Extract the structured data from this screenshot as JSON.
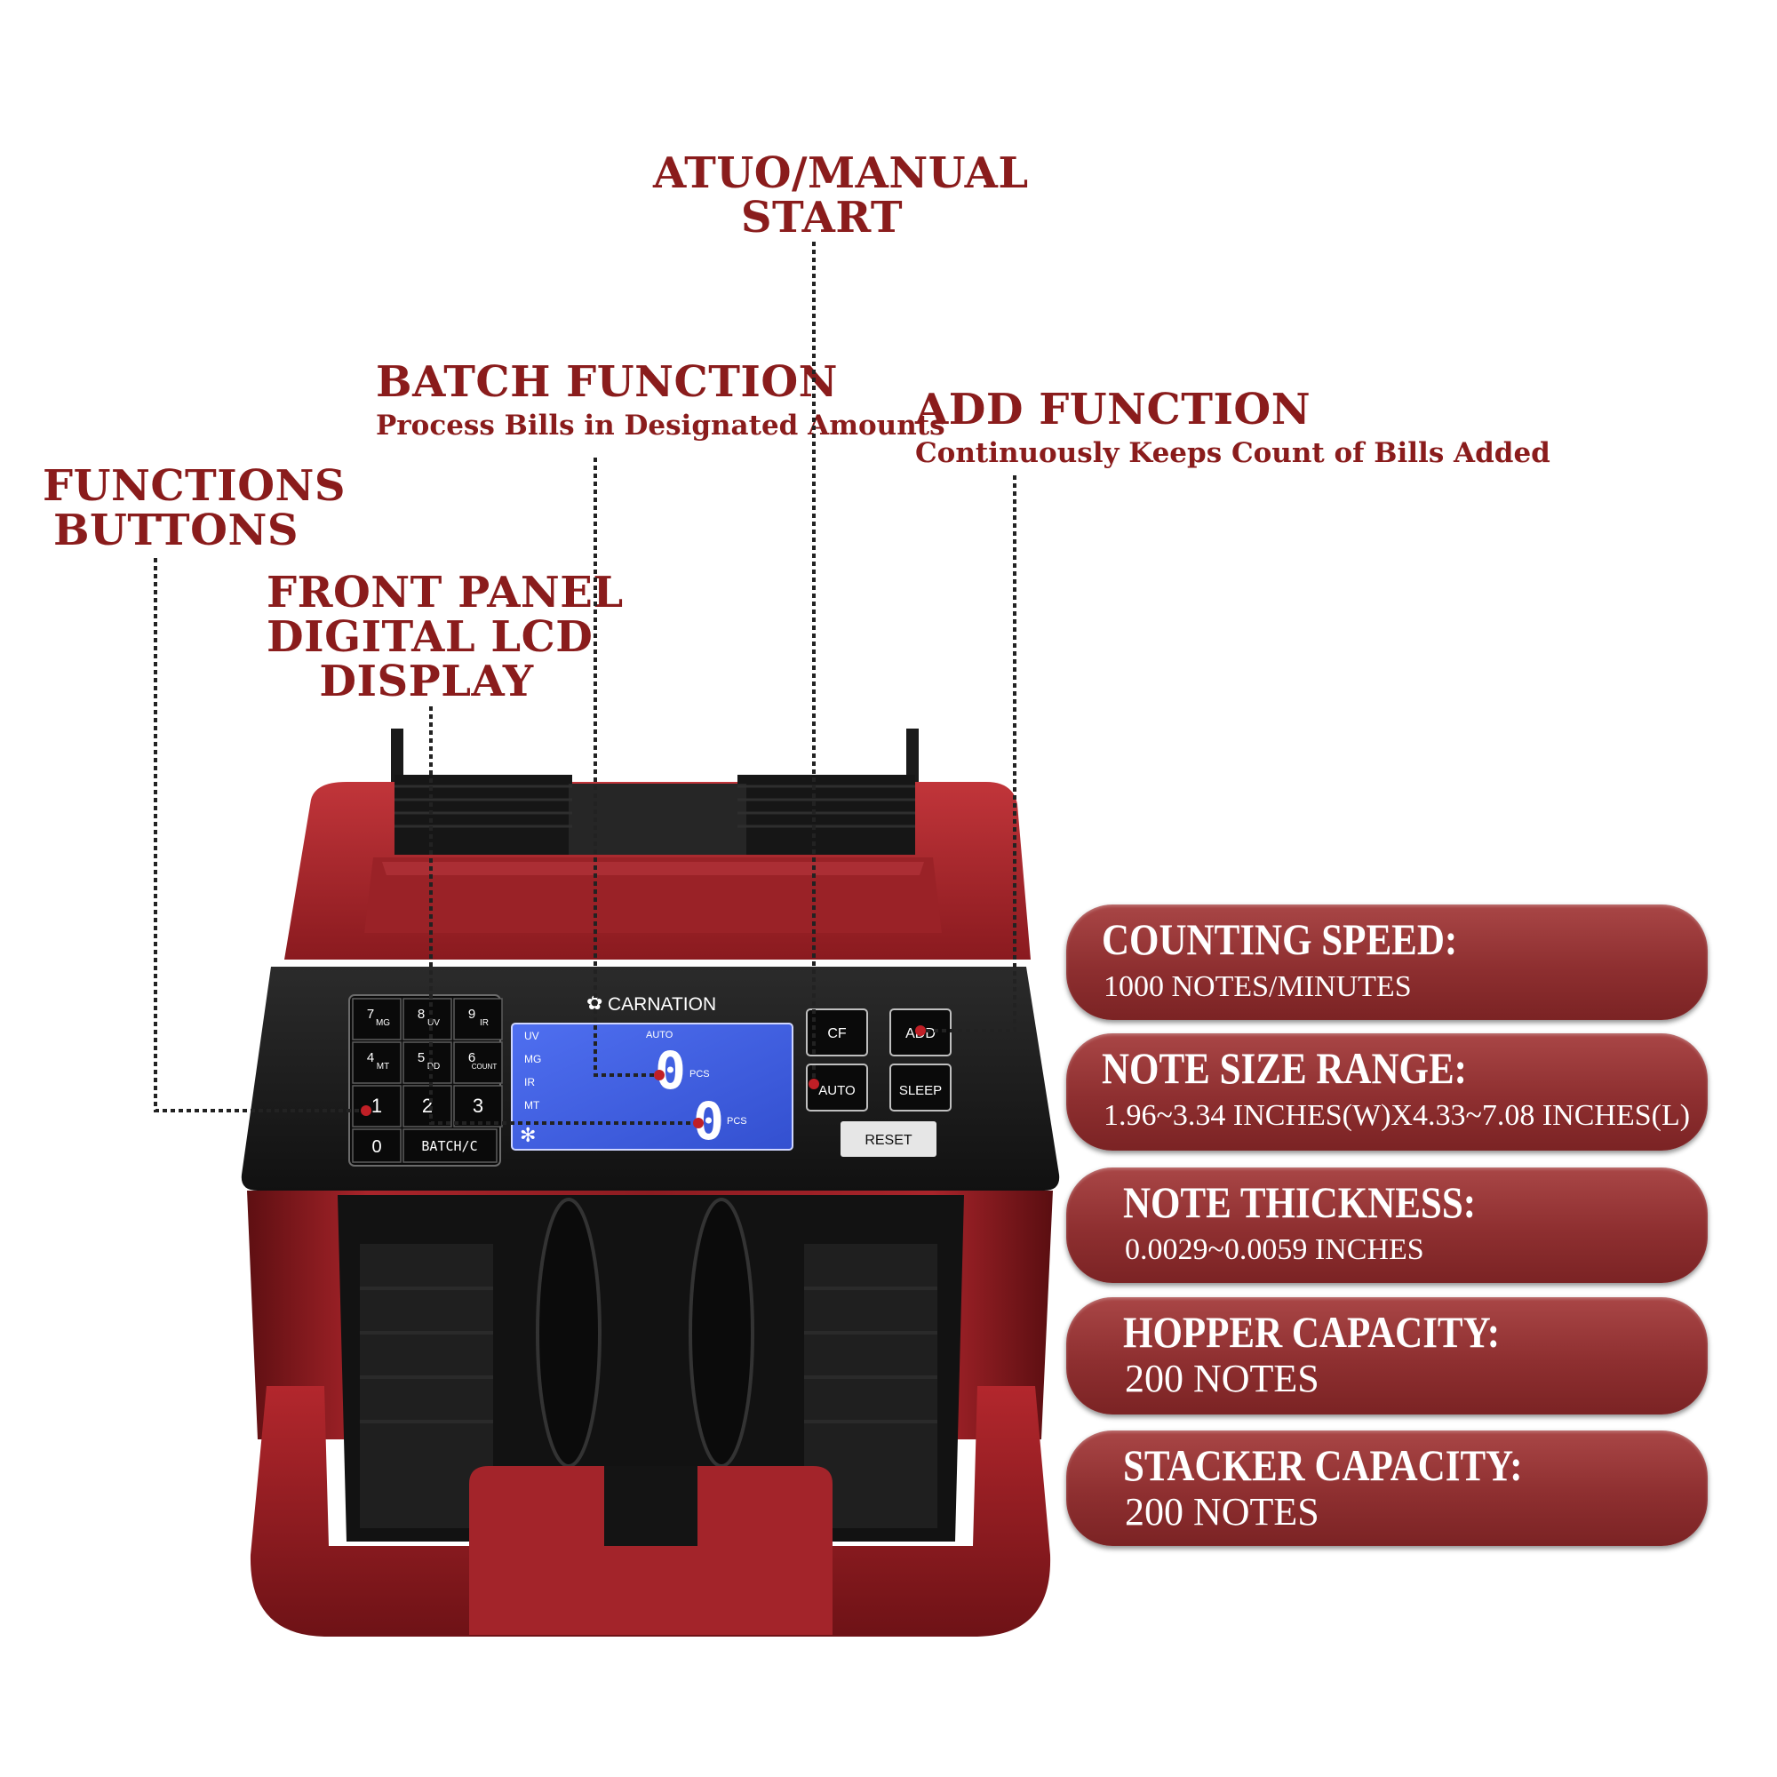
{
  "callouts": {
    "auto_manual": {
      "line1": "ATUO/MANUAL",
      "line2": "START"
    },
    "batch": {
      "title": "BATCH FUNCTION",
      "subtitle": "Process Bills in Designated Amounts"
    },
    "add": {
      "title": "ADD FUNCTION",
      "subtitle": "Continuously Keeps Count of Bills Added"
    },
    "functions": {
      "line1": "FUNCTIONS",
      "line2": "BUTTONS"
    },
    "lcd": {
      "line1": "FRONT PANEL",
      "line2": "DIGITAL LCD",
      "line3": "DISPLAY"
    }
  },
  "specs": [
    {
      "label": "COUNTING SPEED:",
      "value": "1000 NOTES/MINUTES"
    },
    {
      "label": "NOTE SIZE RANGE:",
      "value": "1.96~3.34 INCHES(W)X4.33~7.08 INCHES(L)"
    },
    {
      "label": "NOTE THICKNESS:",
      "value": "0.0029~0.0059 INCHES"
    },
    {
      "label": "HOPPER CAPACITY:",
      "value": "200 NOTES"
    },
    {
      "label": "STACKER CAPACITY:",
      "value": "200 NOTES"
    }
  ],
  "machine": {
    "brand": "CARNATION",
    "keypad": [
      {
        "num": "7",
        "sub": "MG"
      },
      {
        "num": "8",
        "sub": "UV"
      },
      {
        "num": "9",
        "sub": "IR"
      },
      {
        "num": "4",
        "sub": "MT"
      },
      {
        "num": "5",
        "sub": "DD"
      },
      {
        "num": "6",
        "sub": "COUNT"
      },
      {
        "num": "1",
        "sub": ""
      },
      {
        "num": "2",
        "sub": ""
      },
      {
        "num": "3",
        "sub": ""
      }
    ],
    "key_zero": "0",
    "key_batch": "BATCH/C",
    "lcd": {
      "modes": [
        "UV",
        "MG",
        "IR",
        "MT"
      ],
      "auto": "AUTO",
      "count_top": "0",
      "count_bottom": "0",
      "unit": "PCS"
    },
    "buttons": {
      "cf": "CF",
      "add": "ADD",
      "auto": "AUTO",
      "sleep": "SLEEP",
      "reset": "RESET"
    }
  },
  "colors": {
    "accent_red": "#8a1c1c",
    "body_red": "#9b1f24",
    "lcd_blue": "#3f5fdc",
    "spec_bg": "#8e2f30"
  }
}
